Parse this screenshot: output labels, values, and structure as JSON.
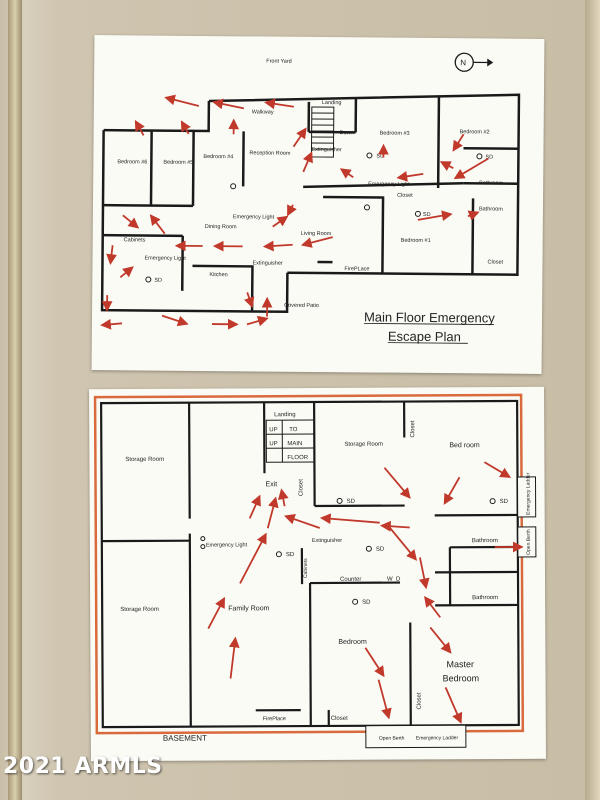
{
  "main_floor": {
    "front_yard": "Front Yard",
    "compass": "N",
    "walkway": "Walkway",
    "landing": "Landing",
    "down": "Down",
    "bedroom3": "Bedroom #3",
    "bedroom2": "Bedroom #2",
    "bedroom6": "Bedroom #6",
    "bedroom5": "Bedroom #5",
    "bedroom4": "Bedroom #4",
    "reception": "Reception Room",
    "extinguisher1": "Extinguisher",
    "emergency_light1": "Emergency Light",
    "closet": "Closet",
    "bathroom1": "Bathroom",
    "bathroom2": "Bathroom",
    "emergency_light2": "Emergency Light",
    "dining": "Dining Room",
    "living": "Living Room",
    "bedroom1": "Bedroom #1",
    "cabinets": "Cabinets",
    "emergency_light3": "Emergency Light",
    "extinguisher2": "Extinguisher",
    "kitchen": "Kitchen",
    "fireplace": "FirePLace",
    "closet2": "Closet",
    "covered_patio": "Covered Patio",
    "sd": "SD",
    "title_line1": "Main Floor Emergency",
    "title_line2": "Escape Plan"
  },
  "basement": {
    "storage1": "Storage Room",
    "storage2": "Storage Room",
    "storage3": "Storage Room",
    "landing": "Landing",
    "up": "UP",
    "to": "TO",
    "main": "MAIN",
    "floor": "FLOOR",
    "exit": "Exit",
    "closet1": "Closet",
    "closet2": "Closet",
    "closet3": "Closet",
    "closet4": "Closet",
    "bedroom": "Bed room",
    "bathroom1": "Bathroom",
    "bathroom2": "Bathroom",
    "emergency_ladder1": "Emergency Ladder",
    "open_berth1": "Open Berth",
    "emergency_light": "Emergency Light",
    "extinguisher": "Extinguisher",
    "cabinets": "Cabinets",
    "counter": "Counter",
    "w": "W",
    "d": "D",
    "family": "Family Room",
    "bedroom2": "Bedroom",
    "master1": "Master",
    "master2": "Bedroom",
    "fireplace": "FirePlace",
    "basement_label": "BASEMENT",
    "open_berth2": "Open Berth",
    "emergency_ladder2": "Emergency Ladder",
    "sd": "SD"
  },
  "watermark": "2021 ARMLS",
  "colors": {
    "arrow": "#c0392b",
    "wall": "#1a1a1a",
    "border": "#d96a3c"
  }
}
